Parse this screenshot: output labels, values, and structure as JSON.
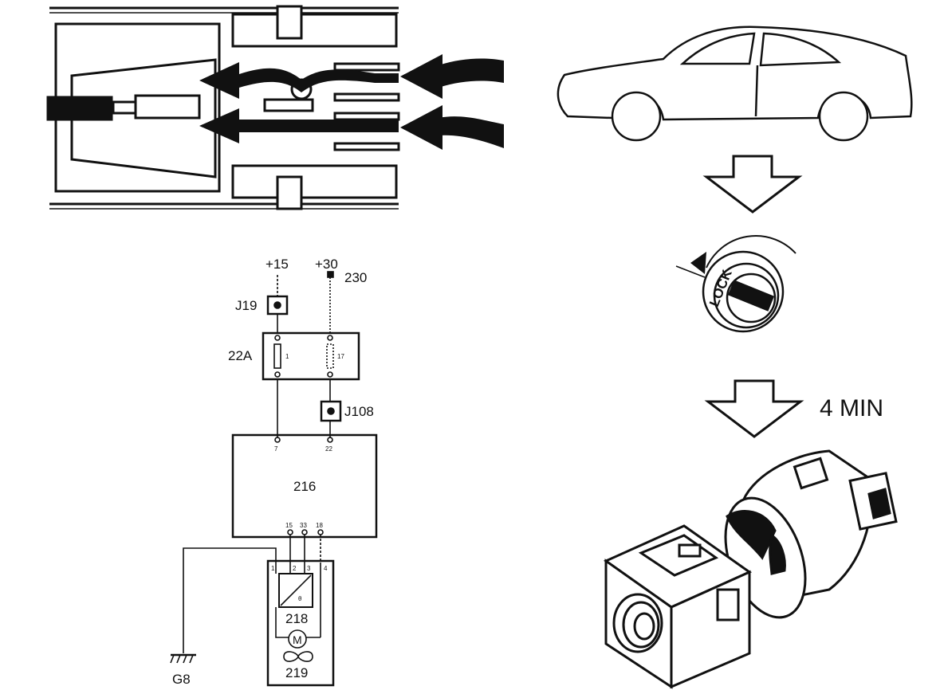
{
  "circuit": {
    "supply_ignition": "+15",
    "supply_battery": "+30",
    "battery_ref": "230",
    "junction_ignition": "J19",
    "fuse_box": "22A",
    "fuse_left": "1",
    "fuse_right": "17",
    "junction_battery": "J108",
    "ecu": "216",
    "ecu_pin_in_left": "7",
    "ecu_pin_in_right": "22",
    "ecu_pin_out_1": "15",
    "ecu_pin_out_2": "33",
    "ecu_pin_out_3": "18",
    "fan_pin_1": "1",
    "fan_pin_2": "2",
    "fan_pin_3": "3",
    "fan_pin_4": "4",
    "sensor_label": "θ",
    "fan_controller": "218",
    "motor_symbol": "M",
    "fan_motor": "219",
    "ground": "G8"
  },
  "sequence": {
    "lock_label": "LOCK",
    "delay_label": "4 MIN"
  }
}
